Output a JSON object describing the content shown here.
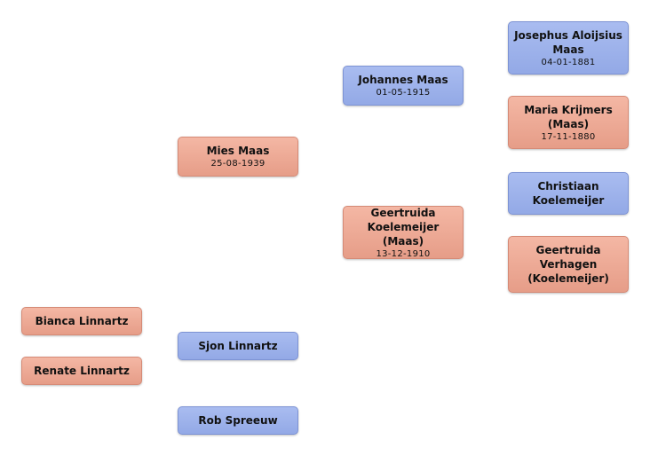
{
  "people": {
    "bianca": {
      "name": "Bianca Linnartz"
    },
    "renate": {
      "name": "Renate Linnartz"
    },
    "mies": {
      "name": "Mies Maas",
      "date": "25-08-1939"
    },
    "sjon": {
      "name": "Sjon Linnartz"
    },
    "rob": {
      "name": "Rob Spreeuw"
    },
    "johannes": {
      "name": "Johannes Maas",
      "date": "01-05-1915"
    },
    "geertruida_koelemeijer": {
      "name": "Geertruida Koelemeijer (Maas)",
      "date": "13-12-1910"
    },
    "josephus": {
      "name": "Josephus Aloijsius Maas",
      "date": "04-01-1881"
    },
    "maria": {
      "name": "Maria Krijmers (Maas)",
      "date": "17-11-1880"
    },
    "christiaan": {
      "name": "Christiaan Koelemeijer"
    },
    "geertruida_verhagen": {
      "name": "Geertruida Verhagen (Koelemeijer)"
    }
  },
  "colors": {
    "male": "#9fb4ec",
    "female": "#eca793"
  }
}
